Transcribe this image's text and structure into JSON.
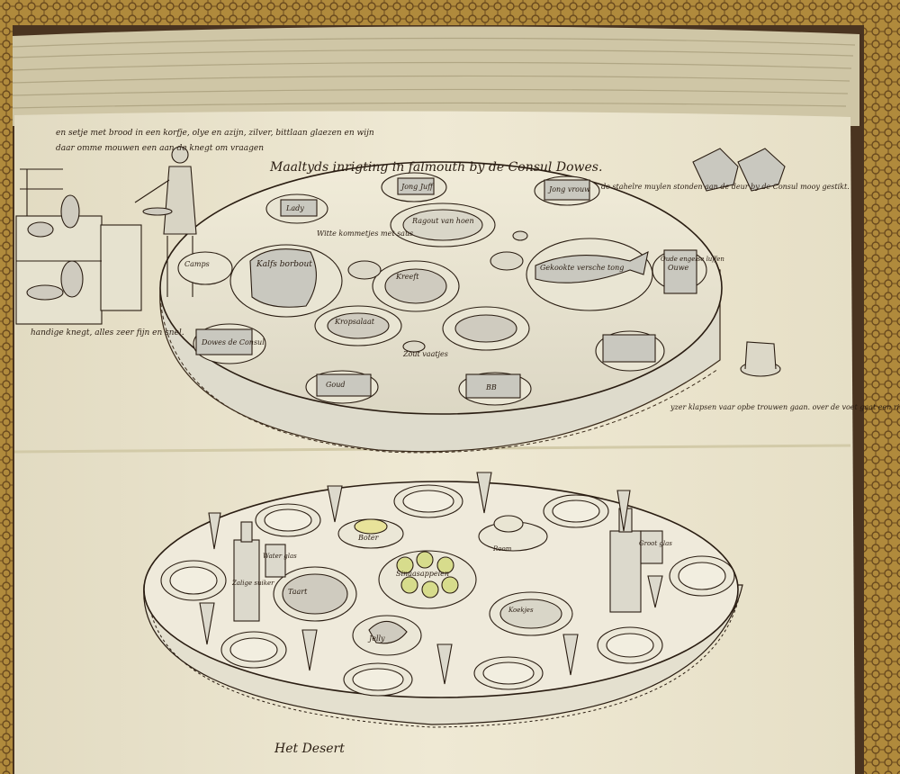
{
  "image": {
    "kind": "manuscript-sketchbook-photo",
    "colors": {
      "cover_gold": "#b08a3c",
      "cover_dark": "#6a4a1e",
      "page_paper": "#ece6cf",
      "page_edge": "#d9d0b0",
      "ink": "#2a1d12",
      "wash_gray": "#c9c8bf",
      "wash_yellow": "#e8e39a"
    }
  },
  "upper_table": {
    "title": "Maaltyds inrigting in falmouth by de Consul Dowes.",
    "note_top_left_1": "en setje met brood in een korfje, olye en azijn, zilver, bittlaan glaezen en wijn",
    "note_top_left_2": "daar omme mouwen een aan de knegt om vraagen",
    "note_servant": "handige knegt, alles zeer fijn en snel.",
    "note_right_1": "de stahelre muylen stonden aan de deur by de Consul mooy gestikt.",
    "note_right_2": "yzer klapsen vaar opbe trouwen gaan. over de voet gaat een riem.",
    "place_cards": [
      "Jong Juff",
      "Lady",
      "Jong vrouw",
      "Camps",
      "Dowes de Consul",
      "Goud",
      "BB",
      "Ouwe"
    ],
    "dishes": [
      "Ragout van hoen",
      "Kalfs borbout",
      "Gekookte versche tong",
      "Oude engelse luffen",
      "Kropsalaat",
      "Kreeft",
      "Zout vaatjes"
    ],
    "labels": [
      "Witte kommetjes met saus"
    ]
  },
  "lower_table": {
    "title": "Het Desert",
    "dishes": [
      "Boter",
      "Sinaasappelen",
      "Taart",
      "Jelly",
      "Koekjes"
    ],
    "labels": [
      "Water glas",
      "Zalige suiker",
      "Room",
      "Groot glas"
    ]
  }
}
